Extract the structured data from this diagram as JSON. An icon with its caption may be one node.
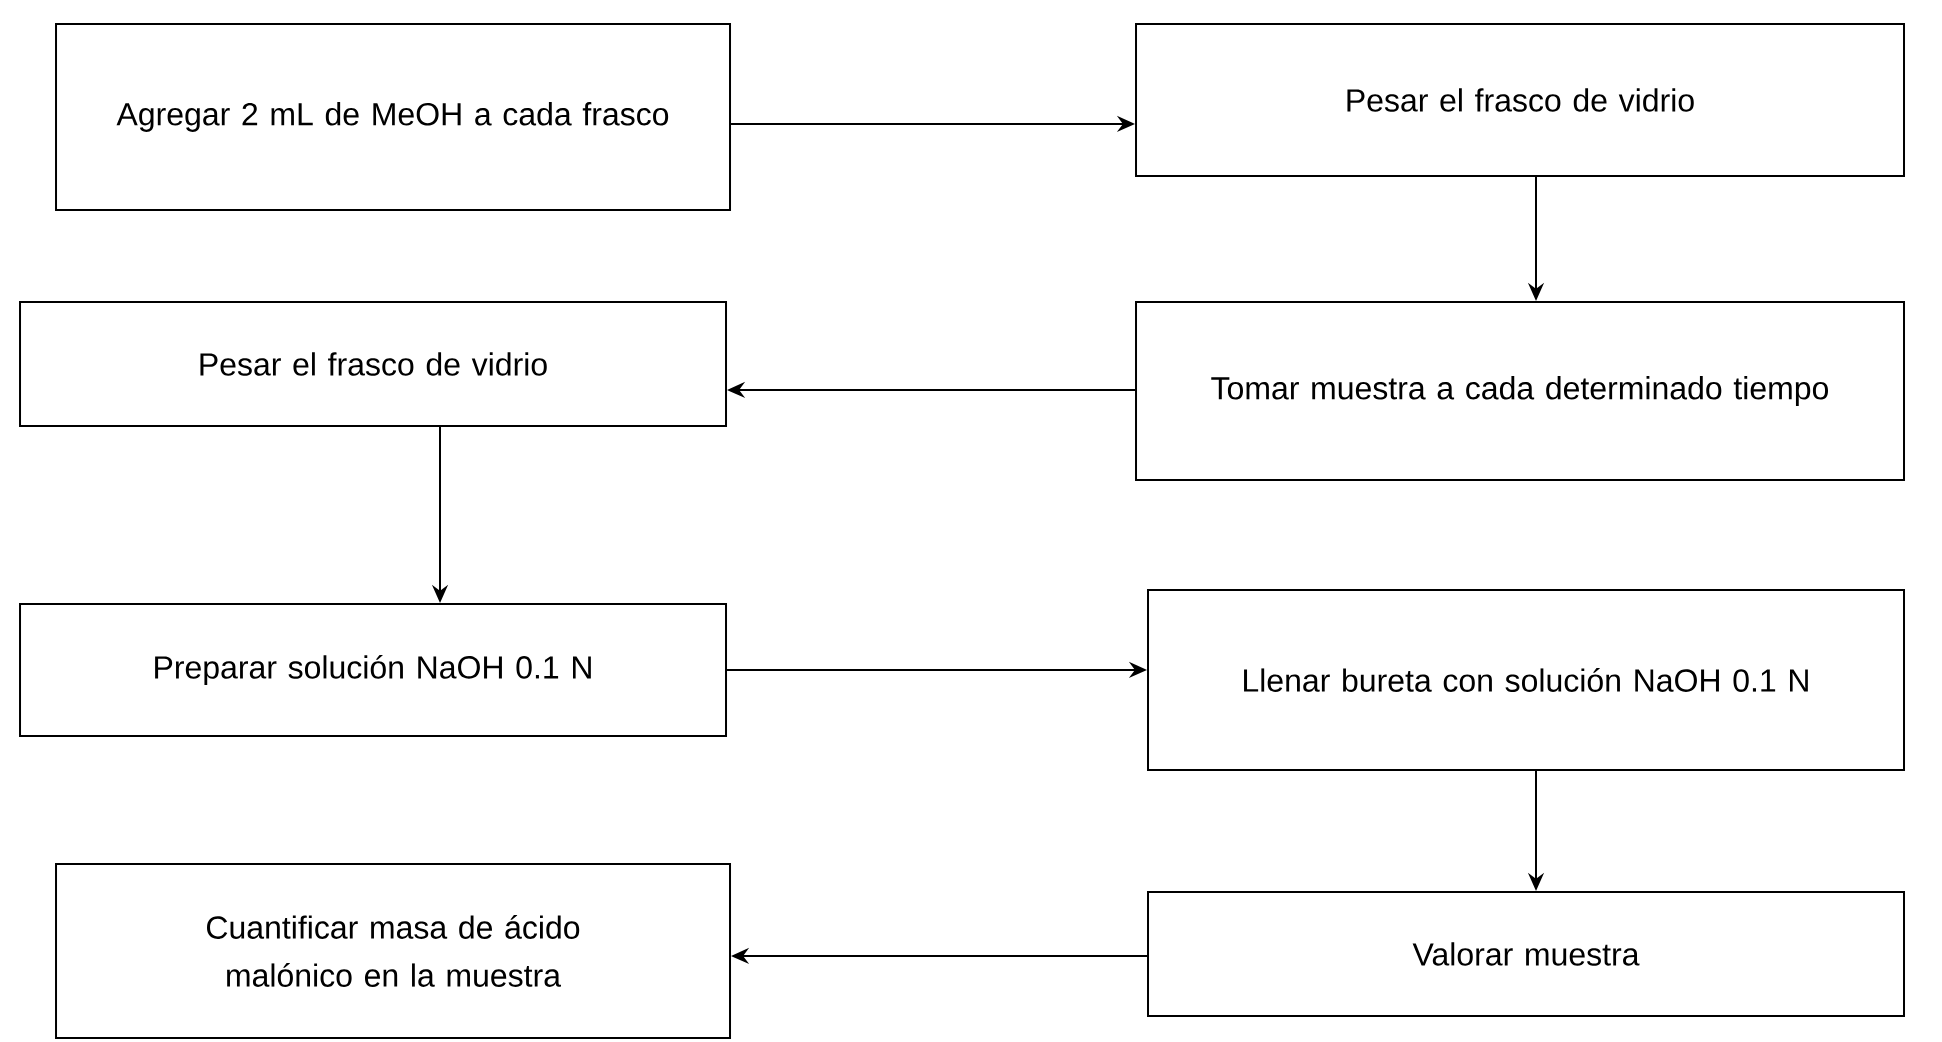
{
  "diagram": {
    "nodes": [
      {
        "text": [
          "Agregar 2 mL de MeOH a cada frasco"
        ]
      },
      {
        "text": [
          "Pesar el frasco de vidrio"
        ]
      },
      {
        "text": [
          "Tomar muestra a cada determinado tiempo"
        ]
      },
      {
        "text": [
          "Pesar el frasco de vidrio"
        ]
      },
      {
        "text": [
          "Preparar solución NaOH 0.1 N"
        ]
      },
      {
        "text": [
          "Llenar bureta con solución NaOH 0.1 N"
        ]
      },
      {
        "text": [
          "Valorar muestra"
        ]
      },
      {
        "text": [
          "Cuantificar masa de ácido malónico en la muestra"
        ]
      }
    ],
    "edges": [
      {
        "from": 0,
        "to": 1,
        "arrow": "to"
      },
      {
        "from": 1,
        "to": 2,
        "arrow": "to"
      },
      {
        "from": 2,
        "to": 3,
        "arrow": "to"
      },
      {
        "from": 3,
        "to": 4,
        "arrow": "to"
      },
      {
        "from": 4,
        "to": 5,
        "arrow": "to"
      },
      {
        "from": 5,
        "to": 6,
        "arrow": "to"
      },
      {
        "from": 6,
        "to": 7,
        "arrow": "to"
      }
    ]
  }
}
